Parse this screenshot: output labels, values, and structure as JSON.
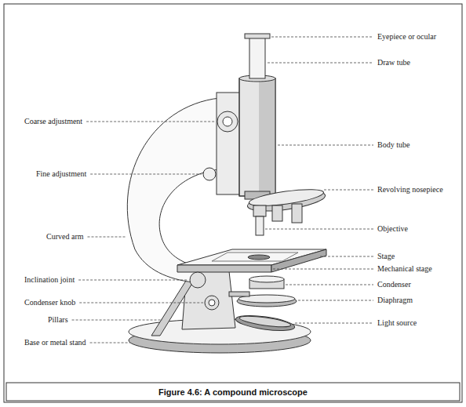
{
  "diagram": {
    "caption": "Figure 4.6: A compound microscope",
    "labels": [
      "Eyepiece or ocular",
      "Draw tube",
      "Coarse adjustment",
      "Body tube",
      "Fine adjustment",
      "Revolving nosepiece",
      "Curved arm",
      "Objective",
      "Stage",
      "Mechanical stage",
      "Inclination joint",
      "Condenser",
      "Condenser knob",
      "Diaphragm",
      "Pillars",
      "Light source",
      "Base or metal stand"
    ]
  }
}
